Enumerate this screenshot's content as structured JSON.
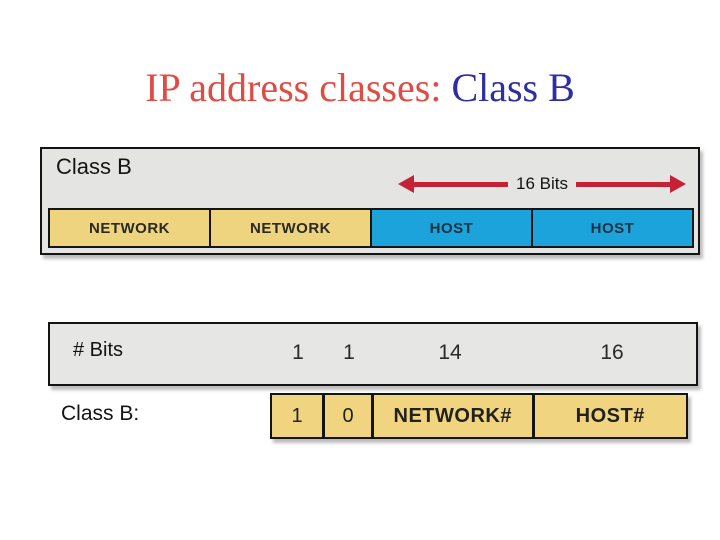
{
  "title": {
    "prefix": "IP address classes: ",
    "highlight": "Class B"
  },
  "colors": {
    "title_prefix": "#e04b44",
    "title_highlight": "#2e2ea2",
    "panel_bg": "#e4e4e2",
    "network_fill": "#eed47f",
    "host_fill": "#1ca3db",
    "arrow_red": "#c62237",
    "border_black": "#141414"
  },
  "top_diagram": {
    "label": "Class B",
    "arrow_label": "16 Bits",
    "cells": [
      {
        "label": "NETWORK",
        "type": "network"
      },
      {
        "label": "NETWORK",
        "type": "network"
      },
      {
        "label": "HOST",
        "type": "host"
      },
      {
        "label": "HOST",
        "type": "host"
      }
    ]
  },
  "bits_row": {
    "label": "# Bits",
    "values": [
      "1",
      "1",
      "14",
      "16"
    ]
  },
  "classb_row": {
    "label": "Class B:",
    "cells": [
      "1",
      "0",
      "NETWORK#",
      "HOST#"
    ]
  }
}
